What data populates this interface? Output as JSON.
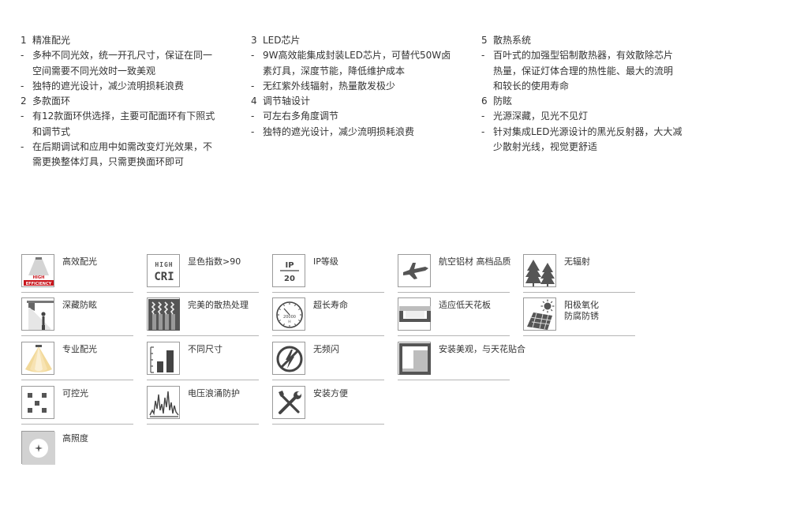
{
  "columns": [
    {
      "sections": [
        {
          "num": "1",
          "title": "精准配光",
          "bullets": [
            [
              "多种不同光效，统一开孔尺寸，保证在同一",
              "空间需要不同光效时一致美观"
            ],
            [
              "独特的遮光设计，减少流明损耗浪费"
            ]
          ]
        },
        {
          "num": "2",
          "title": "多款面环",
          "bullets": [
            [
              "有12款面环供选择，主要可配面环有下照式",
              "和调节式"
            ],
            [
              "在后期调试和应用中如需改变灯光效果，不",
              "需更换整体灯具，只需更换面环即可"
            ]
          ]
        }
      ]
    },
    {
      "sections": [
        {
          "num": "3",
          "title": "LED芯片",
          "bullets": [
            [
              "9W高效能集成封装LED芯片，可替代50W卤",
              "素灯具，深度节能，降低维护成本"
            ],
            [
              "无红紫外线辐射，热量散发极少"
            ]
          ]
        },
        {
          "num": "4",
          "title": "调节轴设计",
          "bullets": [
            [
              "可左右多角度调节"
            ],
            [
              "独特的遮光设计，减少流明损耗浪费"
            ]
          ]
        }
      ]
    },
    {
      "sections": [
        {
          "num": "5",
          "title": "散热系统",
          "bullets": [
            [
              "百叶式的加强型铝制散热器，有效散除芯片",
              "热量，保证灯体合理的热性能、最大的流明",
              "和较长的使用寿命"
            ]
          ]
        },
        {
          "num": "6",
          "title": "防眩",
          "bullets": [
            [
              "光源深藏，见光不见灯"
            ],
            [
              "针对集成LED光源设计的黑光反射器，大大减",
              "少散射光线，视觉更舒适"
            ]
          ]
        }
      ]
    }
  ],
  "features": [
    {
      "id": "high-efficiency",
      "label": "高效配光",
      "icon": "high-efficiency-icon",
      "icon_text": [
        "HIGH",
        "EFFICIENCY"
      ],
      "col": 0,
      "row": 0
    },
    {
      "id": "deep-anti-glare",
      "label": "深藏防眩",
      "icon": "deep-anti-glare-icon",
      "col": 0,
      "row": 1
    },
    {
      "id": "professional-light",
      "label": "专业配光",
      "icon": "light-beam-icon",
      "col": 0,
      "row": 2
    },
    {
      "id": "controllable",
      "label": "可控光",
      "icon": "dots-grid-icon",
      "col": 0,
      "row": 3
    },
    {
      "id": "high-illuminance",
      "label": "高照度",
      "icon": "sparkle-icon",
      "col": 0,
      "row": 4
    },
    {
      "id": "high-cri",
      "label": "显色指数>90",
      "icon": "high-cri-icon",
      "icon_text": [
        "HIGH",
        "CRI"
      ],
      "col": 1,
      "row": 0
    },
    {
      "id": "heat-dissipation",
      "label": "完美的散热处理",
      "icon": "heat-wave-icon",
      "col": 1,
      "row": 1
    },
    {
      "id": "sizes",
      "label": "不同尺寸",
      "icon": "size-bars-icon",
      "col": 1,
      "row": 2
    },
    {
      "id": "surge-protection",
      "label": "电压浪涌防护",
      "icon": "surge-wave-icon",
      "col": 1,
      "row": 3
    },
    {
      "id": "ip-rating",
      "label": "IP等级",
      "icon": "ip-rating-icon",
      "icon_text": [
        "IP",
        "20"
      ],
      "col": 2,
      "row": 0
    },
    {
      "id": "long-life",
      "label": "超长寿命",
      "icon": "lifespan-dial-icon",
      "icon_text": [
        "20000",
        "H"
      ],
      "col": 2,
      "row": 1
    },
    {
      "id": "no-flicker",
      "label": "无频闪",
      "icon": "no-flicker-icon",
      "col": 2,
      "row": 2
    },
    {
      "id": "easy-install",
      "label": "安装方便",
      "icon": "tools-icon",
      "col": 2,
      "row": 3
    },
    {
      "id": "aero-aluminum",
      "label": "航空铝材 高档品质",
      "icon": "airplane-icon",
      "col": 3,
      "row": 0
    },
    {
      "id": "low-ceiling",
      "label": "适应低天花板",
      "icon": "low-ceiling-icon",
      "col": 3,
      "row": 1
    },
    {
      "id": "flush-install",
      "label": "安装美观，与天花贴合",
      "icon": "flush-ceiling-icon",
      "col": 3,
      "row": 2
    },
    {
      "id": "no-radiation",
      "label": "无辐射",
      "icon": "trees-icon",
      "col": 4,
      "row": 0
    },
    {
      "id": "anodized",
      "label": "阳极氧化\n防腐防锈",
      "icon": "solar-panel-icon",
      "col": 4,
      "row": 1
    }
  ],
  "colors": {
    "text": "#333333",
    "icon_dark": "#3c3c3c",
    "icon_gray": "#555555",
    "badge_red": "#c8161d",
    "beam_yellow": "#f2d99a",
    "line": "#b5b5b5"
  }
}
